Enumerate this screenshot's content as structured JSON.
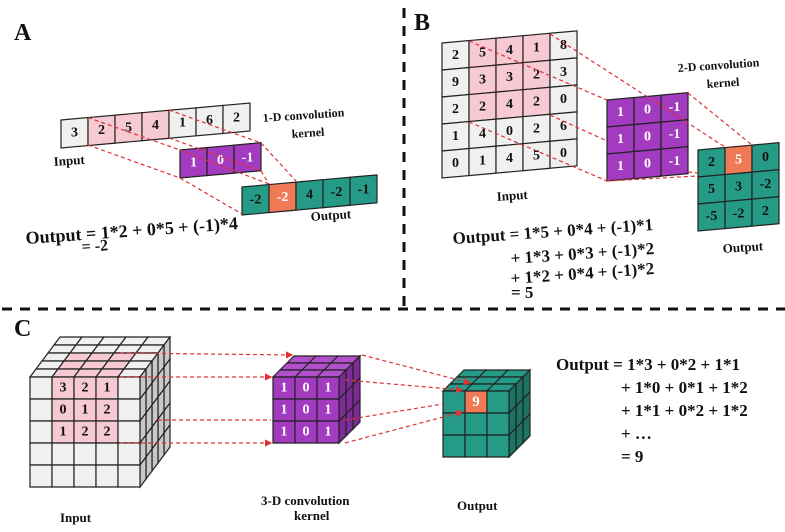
{
  "colors": {
    "input": "#f0f0f0",
    "input_highlight": "#f6c9d3",
    "kernel": "#a23bbf",
    "kernel_dark": "#7d2b96",
    "output": "#259a87",
    "output_dark": "#1b7365",
    "output_highlight": "#f07a55",
    "guide_line": "#e03030",
    "divider": "#111111"
  },
  "panelA": {
    "letter": "A",
    "input_label": "Input",
    "kernel_label_line1": "1-D convolution",
    "kernel_label_line2": "kernel",
    "output_label": "Output",
    "input_values": [
      "3",
      "2",
      "5",
      "4",
      "1",
      "6",
      "2"
    ],
    "input_highlight_index": [
      1,
      2,
      3
    ],
    "kernel_values": [
      "1",
      "0",
      "-1"
    ],
    "output_values": [
      "-2",
      "-2",
      "4",
      "-2",
      "-1"
    ],
    "output_highlight_index": 1,
    "equation_line1": "Output = 1*2 + 0*5 + (-1)*4",
    "equation_line2": "= -2"
  },
  "panelB": {
    "letter": "B",
    "input_label": "Input",
    "kernel_label_line1": "2-D convolution",
    "kernel_label_line2": "kernel",
    "output_label": "Output",
    "input_values": [
      [
        "2",
        "5",
        "4",
        "1",
        "8"
      ],
      [
        "9",
        "3",
        "3",
        "2",
        "3"
      ],
      [
        "2",
        "2",
        "4",
        "2",
        "0"
      ],
      [
        "1",
        "4",
        "0",
        "2",
        "6"
      ],
      [
        "0",
        "1",
        "4",
        "5",
        "0"
      ]
    ],
    "kernel_values": [
      [
        "1",
        "0",
        "-1"
      ],
      [
        "1",
        "0",
        "-1"
      ],
      [
        "1",
        "0",
        "-1"
      ]
    ],
    "output_values": [
      [
        "2",
        "5",
        "0"
      ],
      [
        "5",
        "3",
        "-2"
      ],
      [
        "-5",
        "-2",
        "2"
      ]
    ],
    "equation_lines": [
      "Output = 1*5 + 0*4 + (-1)*1",
      "+ 1*3 + 0*3 + (-1)*2",
      "+ 1*2 + 0*4 + (-1)*2",
      "= 5"
    ]
  },
  "panelC": {
    "letter": "C",
    "input_label": "Input",
    "kernel_label_line1": "3-D convolution",
    "kernel_label_line2": "kernel",
    "output_label": "Output",
    "input_front_highlight": [
      [
        "3",
        "2",
        "1"
      ],
      [
        "0",
        "1",
        "2"
      ],
      [
        "1",
        "2",
        "2"
      ]
    ],
    "kernel_front": [
      [
        "1",
        "0",
        "1"
      ],
      [
        "1",
        "0",
        "1"
      ],
      [
        "1",
        "0",
        "1"
      ]
    ],
    "output_highlight_value": "9",
    "equation_lines": [
      "Output = 1*3 + 0*2 + 1*1",
      "+ 1*0 + 0*1 + 1*2",
      "+ 1*1 + 0*2 + 1*2",
      "+ …",
      "= 9"
    ]
  }
}
